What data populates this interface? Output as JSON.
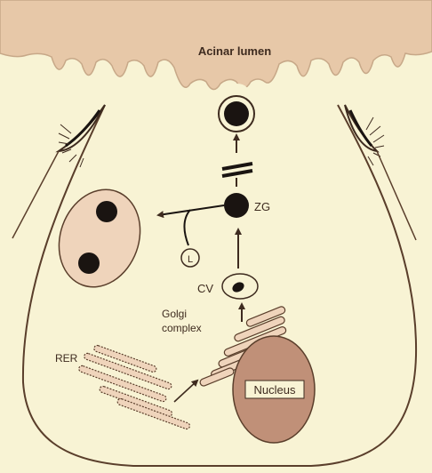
{
  "labels": {
    "lumen": "Acinar lumen",
    "zg": "ZG",
    "cv": "CV",
    "golgi_line1": "Golgi",
    "golgi_line2": "complex",
    "rer": "RER",
    "nucleus": "Nucleus",
    "lysosome": "L"
  },
  "colors": {
    "background": "#f8f3d4",
    "lumen_fill": "#e7c8a8",
    "outline": "#5a3e2b",
    "granule": "#1a1411",
    "nucleus_fill": "#c09078",
    "organelle_fill": "#efd4bb"
  }
}
